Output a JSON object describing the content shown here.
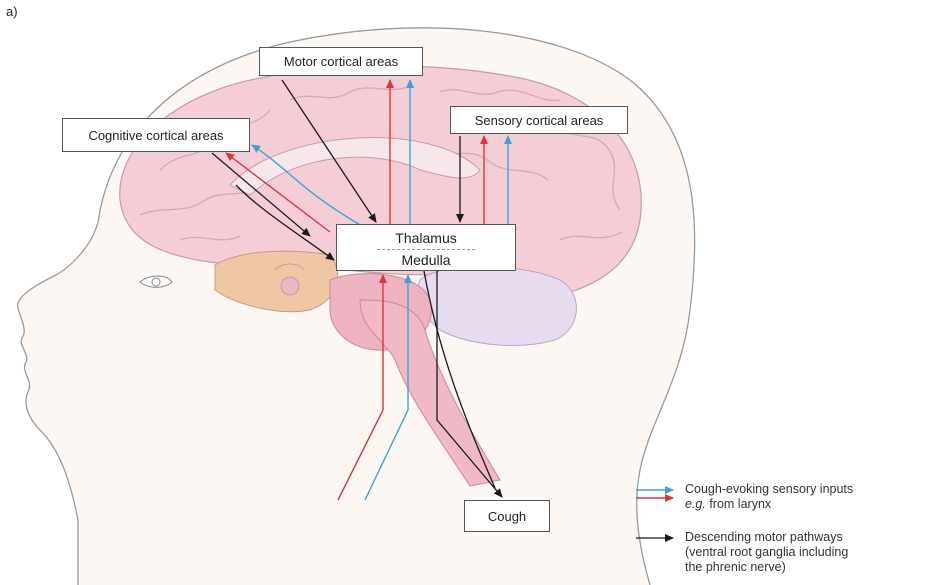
{
  "panel_label": "a)",
  "boxes": {
    "motor": "Motor cortical areas",
    "cognitive": "Cognitive cortical areas",
    "sensory": "Sensory cortical areas",
    "thalamus": "Thalamus",
    "medulla": "Medulla",
    "cough": "Cough"
  },
  "legend": {
    "sensory": {
      "line1": "Cough-evoking sensory inputs",
      "line2_italic": "e.g.",
      "line2_rest": " from larynx"
    },
    "motor": {
      "line1": "Descending motor pathways",
      "line2": "(ventral root ganglia including",
      "line3": "the phrenic nerve)"
    }
  },
  "colors": {
    "sensory_red": "#d9363e",
    "sensory_blue": "#3aa3d6",
    "motor_black": "#1a1a1a",
    "brain_pink": "#f4cdd6",
    "head_outline": "#9a9a9a"
  }
}
